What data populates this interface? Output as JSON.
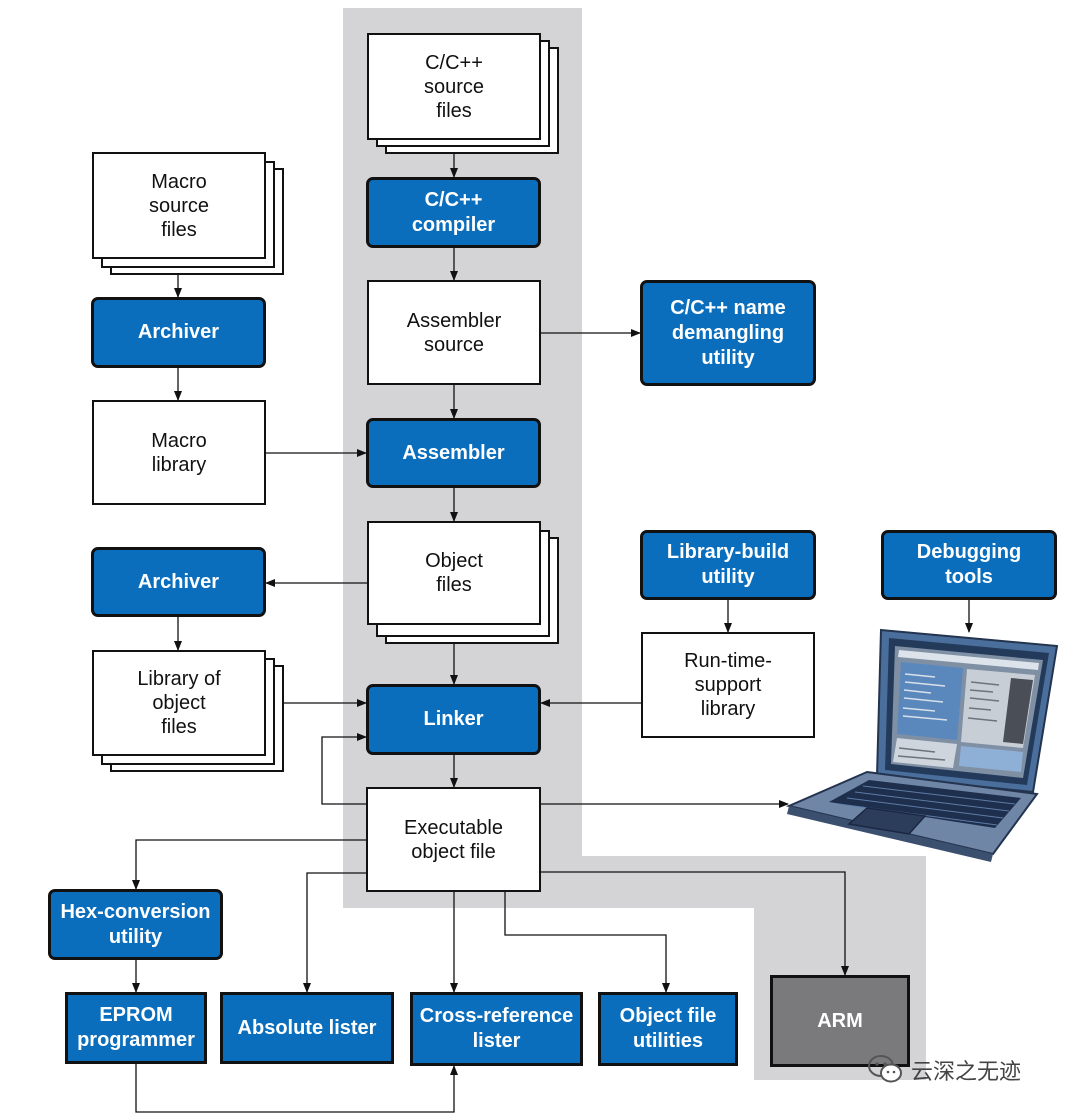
{
  "nodes": {
    "src_cpp": "C/C++\nsource\nfiles",
    "compiler": "C/C++\ncompiler",
    "asm_src": "Assembler\nsource",
    "demangler": "C/C++ name\ndemangling\nutility",
    "assembler": "Assembler",
    "macro_src": "Macro\nsource\nfiles",
    "archiver1": "Archiver",
    "macro_lib": "Macro\nlibrary",
    "obj_files": "Object\nfiles",
    "archiver2": "Archiver",
    "lib_obj": "Library of\nobject\nfiles",
    "linker": "Linker",
    "libbuild": "Library-build\nutility",
    "debug": "Debugging\ntools",
    "rts": "Run-time-\nsupport\nlibrary",
    "exe": "Executable\nobject file",
    "hexconv": "Hex-conversion\nutility",
    "eprom": "EPROM\nprogrammer",
    "abslist": "Absolute lister",
    "xref": "Cross-reference\nlister",
    "objutil": "Object file\nutilities",
    "arm": "ARM"
  },
  "colors": {
    "accent": "#0A6EBD",
    "panel": "#D4D4D6",
    "target": "#7A7A7C"
  },
  "watermark": {
    "text": "云深之无迹",
    "icon": "wechat-icon"
  },
  "laptop_icon": "laptop-icon"
}
